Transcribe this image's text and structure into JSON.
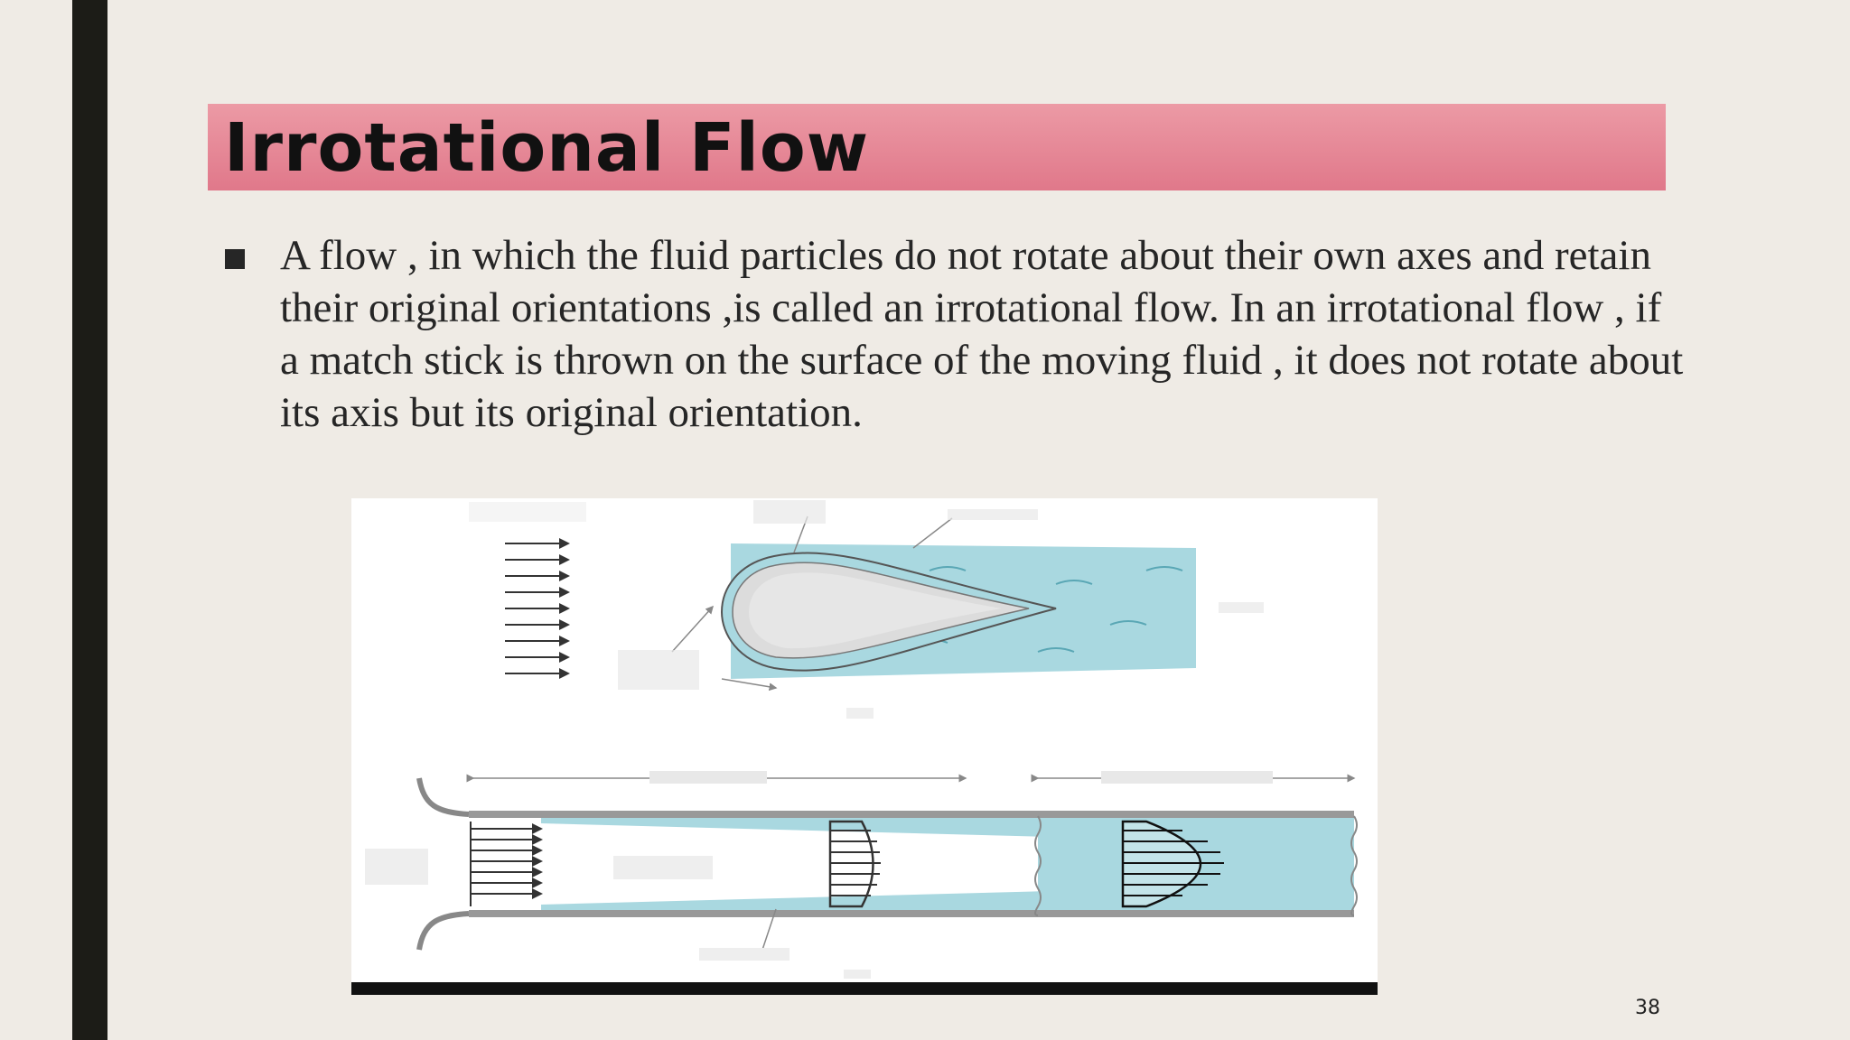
{
  "slide": {
    "title": "Irrotational Flow",
    "bullet": "A flow , in which the fluid particles do not rotate about their own axes and retain their original orientations ,is called an irrotational flow. In an irrotational flow , if a match stick is thrown on the surface of the moving fluid , it does not rotate about its axis but its original orientation.",
    "page_number": "38",
    "colors": {
      "title_band": "#e0788a",
      "side_bar": "#1c1c17",
      "fluid": "#a9d8e0",
      "background": "#efebe5"
    }
  }
}
